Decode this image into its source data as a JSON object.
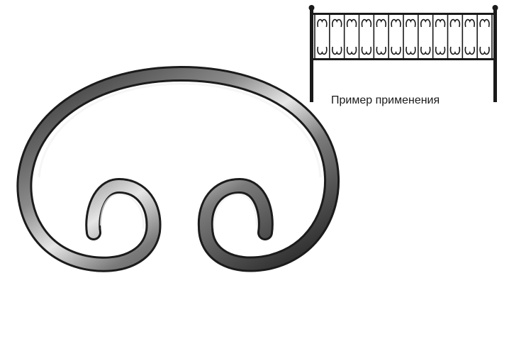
{
  "caption": "Пример применения",
  "colors": {
    "background": "#ffffff",
    "metal_dark": "#1c1c1c",
    "metal_mid": "#6a6a6a",
    "metal_light": "#d8d8d8",
    "text": "#1a1a1a"
  },
  "images": {
    "main_product": "wrought-iron-scroll-element",
    "example": "iron-fence-with-scrolls"
  }
}
